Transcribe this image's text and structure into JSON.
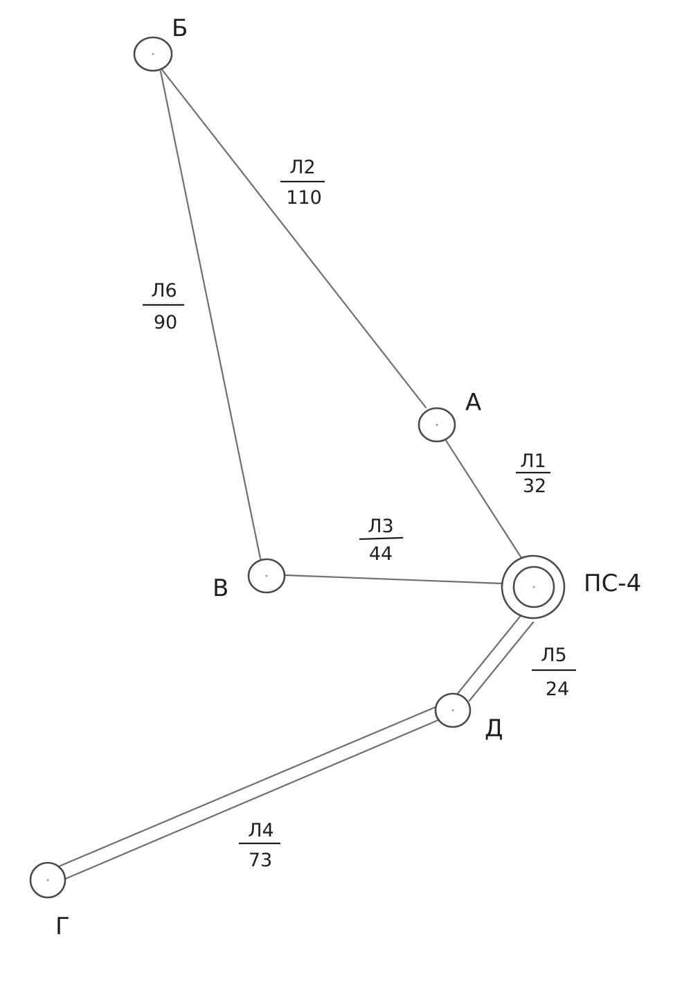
{
  "nodes": [
    {
      "id": "B_cyr",
      "label": "Б",
      "kind": "node"
    },
    {
      "id": "A",
      "label": "А",
      "kind": "node"
    },
    {
      "id": "V",
      "label": "В",
      "kind": "node"
    },
    {
      "id": "PS",
      "label": "ПС-4",
      "kind": "substation"
    },
    {
      "id": "D",
      "label": "Д",
      "kind": "node"
    },
    {
      "id": "G",
      "label": "Г",
      "kind": "node"
    }
  ],
  "edges": [
    {
      "id": "L2",
      "from": "B_cyr",
      "to": "A",
      "name": "Л2",
      "length": "110",
      "style": "single"
    },
    {
      "id": "L6",
      "from": "B_cyr",
      "to": "V",
      "name": "Л6",
      "length": "90",
      "style": "single"
    },
    {
      "id": "L1",
      "from": "A",
      "to": "PS",
      "name": "Л1",
      "length": "32",
      "style": "single"
    },
    {
      "id": "L3",
      "from": "V",
      "to": "PS",
      "name": "Л3",
      "length": "44",
      "style": "single"
    },
    {
      "id": "L5",
      "from": "PS",
      "to": "D",
      "name": "Л5",
      "length": "24",
      "style": "double"
    },
    {
      "id": "L4",
      "from": "D",
      "to": "G",
      "name": "Л4",
      "length": "73",
      "style": "double"
    }
  ]
}
